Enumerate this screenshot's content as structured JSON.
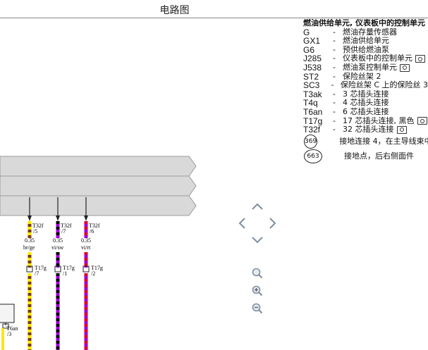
{
  "title": "电路图",
  "legend": {
    "header": "燃油供给单元, 仪表板中的控制单元",
    "items": [
      {
        "code": "G",
        "desc": "燃油存量传感器",
        "cam": false
      },
      {
        "code": "GX1",
        "desc": "燃油供给单元",
        "cam": false
      },
      {
        "code": "G6",
        "desc": "预供给燃油泵",
        "cam": false
      },
      {
        "code": "J285",
        "desc": "仪表板中的控制单元",
        "cam": true
      },
      {
        "code": "J538",
        "desc": "燃油泵控制单元",
        "cam": true
      },
      {
        "code": "ST2",
        "desc": "保险丝架 2",
        "cam": false
      },
      {
        "code": "SC3",
        "desc": "保险丝架 C 上的保险丝 3",
        "cam": false
      },
      {
        "code": "T3ak",
        "desc": "3 芯插头连接",
        "cam": false
      },
      {
        "code": "T4q",
        "desc": "4 芯插头连接",
        "cam": false
      },
      {
        "code": "T6an",
        "desc": "6 芯插头连接",
        "cam": false
      },
      {
        "code": "T17g",
        "desc": "17 芯插头连接, 黑色",
        "cam": true
      },
      {
        "code": "T32f",
        "desc": "32 芯插头连接",
        "cam": true
      }
    ],
    "grounds": [
      {
        "num": "369",
        "desc": "接地连接 4，在主导线束中"
      },
      {
        "num": "663",
        "desc": "接地点，后右侧面件"
      }
    ]
  },
  "wires": [
    {
      "conn_top": "T32f",
      "pin_top": "/5",
      "size": "0.35",
      "color": "br/ge",
      "conn_bottom": "T17g",
      "pin_bottom": "/7",
      "c1": "#7a3b10",
      "c2": "#ffe600"
    },
    {
      "conn_top": "T32f",
      "pin_top": "/7",
      "size": "0.35",
      "color": "vi/sw",
      "conn_bottom": "T17g",
      "pin_bottom": "/1",
      "c1": "#a000d8",
      "c2": "#000000"
    },
    {
      "conn_top": "T32f",
      "pin_top": "/6",
      "size": "0.35",
      "color": "vi/rt",
      "conn_bottom": "T17g",
      "pin_bottom": "/2",
      "c1": "#a000d8",
      "c2": "#e0002a"
    }
  ],
  "connector_left": {
    "name": "T6an",
    "pin": "/3"
  },
  "colors": {
    "bus_fill": "#d9d9d9",
    "bus_stroke": "#9a9a9a",
    "nav_icon": "#7f8f9f"
  }
}
